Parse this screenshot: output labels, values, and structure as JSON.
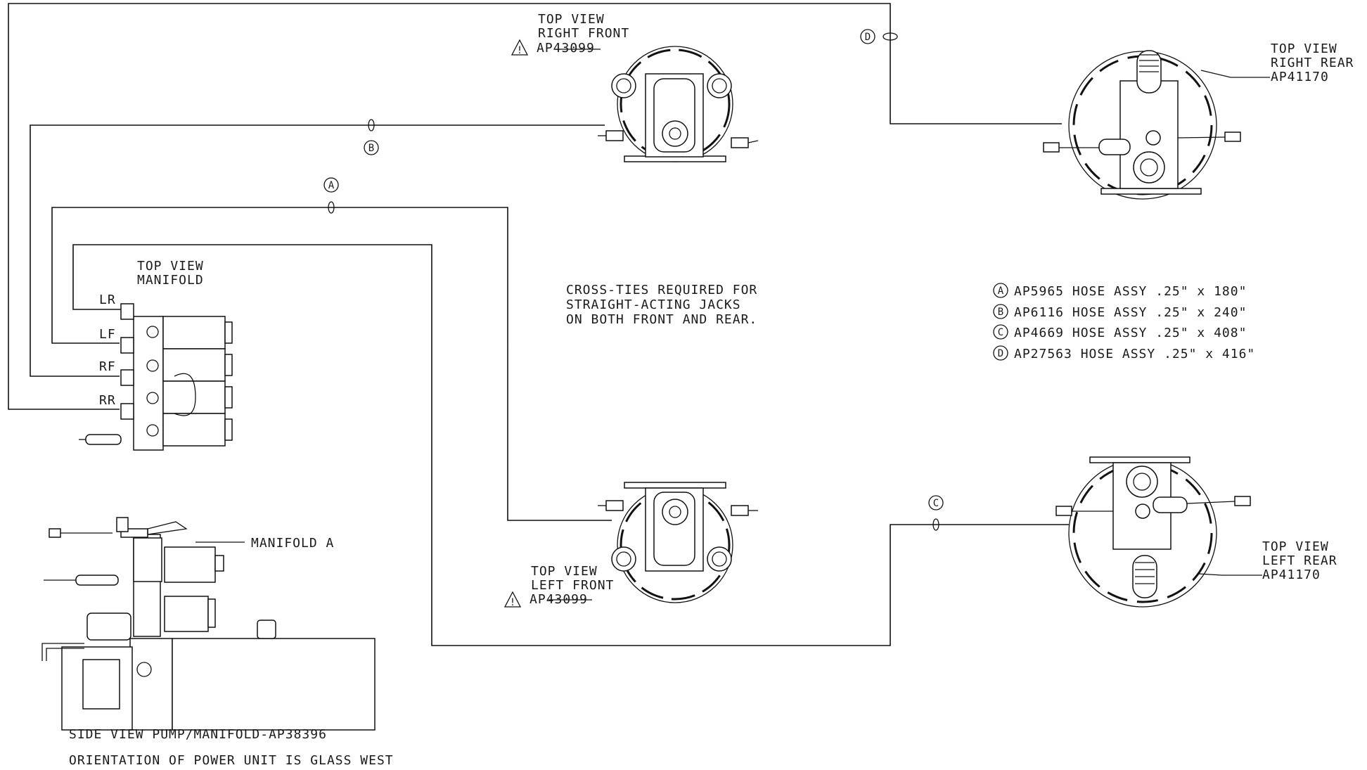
{
  "colors": {
    "line": "#111111",
    "background": "#ffffff"
  },
  "views": {
    "right_front": {
      "l1": "TOP VIEW",
      "l2": "RIGHT FRONT",
      "part": "AP43099"
    },
    "right_rear": {
      "l1": "TOP VIEW",
      "l2": "RIGHT REAR",
      "part": "AP41170"
    },
    "left_front": {
      "l1": "TOP VIEW",
      "l2": "LEFT FRONT",
      "part": "AP43099"
    },
    "left_rear": {
      "l1": "TOP VIEW",
      "l2": "LEFT REAR",
      "part": "AP41170"
    },
    "manifold": {
      "l1": "TOP VIEW",
      "l2": "MANIFOLD"
    }
  },
  "ports": {
    "lr": "LR",
    "lf": "LF",
    "rf": "RF",
    "rr": "RR"
  },
  "hose_markers": {
    "a": "A",
    "b": "B",
    "c": "C",
    "d": "D"
  },
  "warning_symbol": "!",
  "note": {
    "l1": "CROSS-TIES REQUIRED FOR",
    "l2": "STRAIGHT-ACTING JACKS",
    "l3": "ON BOTH FRONT AND REAR."
  },
  "legend": [
    {
      "letter": "A",
      "text": "AP5965 HOSE ASSY .25\" x 180\""
    },
    {
      "letter": "B",
      "text": "AP6116 HOSE ASSY .25\" x 240\""
    },
    {
      "letter": "C",
      "text": "AP4669 HOSE ASSY .25\" x 408\""
    },
    {
      "letter": "D",
      "text": "AP27563 HOSE ASSY .25\" x 416\""
    }
  ],
  "manifold_callout": "MANIFOLD A",
  "side_view": "SIDE VIEW PUMP/MANIFOLD-AP38396",
  "orientation": "ORIENTATION OF POWER UNIT IS GLASS WEST"
}
